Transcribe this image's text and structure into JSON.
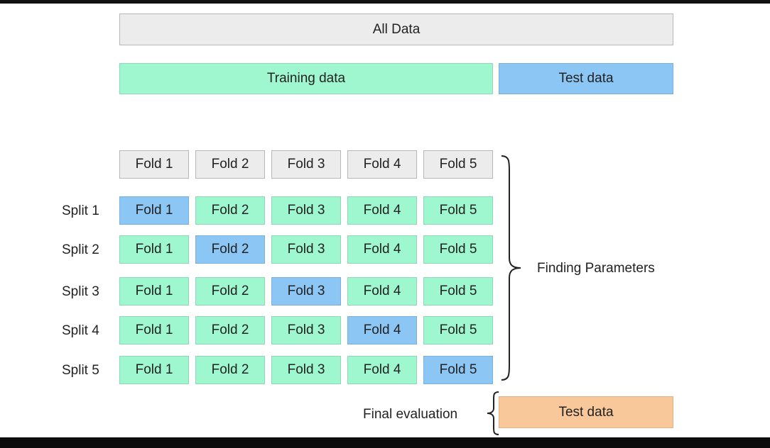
{
  "all_data": "All Data",
  "training_data": "Training data",
  "test_data": "Test data",
  "folds": [
    "Fold 1",
    "Fold 2",
    "Fold 3",
    "Fold 4",
    "Fold 5"
  ],
  "splits": [
    {
      "label": "Split 1",
      "test_fold_index": 0
    },
    {
      "label": "Split 2",
      "test_fold_index": 1
    },
    {
      "label": "Split 3",
      "test_fold_index": 2
    },
    {
      "label": "Split 4",
      "test_fold_index": 3
    },
    {
      "label": "Split 5",
      "test_fold_index": 4
    }
  ],
  "finding_parameters": "Finding Parameters",
  "final_evaluation": "Final evaluation",
  "final_test_data": "Test data",
  "colors": {
    "all_data": "#ececec",
    "training": "#9ff7d0",
    "validation_fold": "#8cc6f5",
    "test": "#8cc6f5",
    "final_test": "#f8c89b"
  }
}
